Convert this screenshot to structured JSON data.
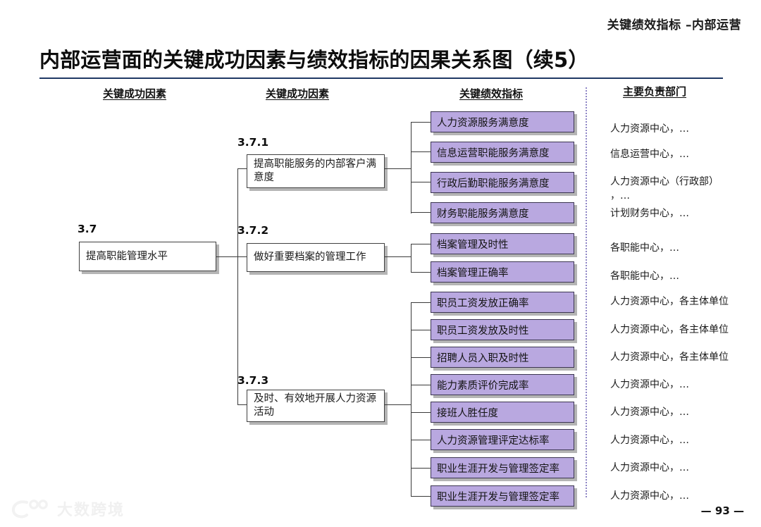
{
  "header": {
    "kicker": "关键绩效指标 –内部运营",
    "title": "内部运营面的关键成功因素与绩效指标的因果关系图（续5）"
  },
  "columns": [
    {
      "label": "关键成功因素"
    },
    {
      "label": "关键成功因素"
    },
    {
      "label": "关键绩效指标"
    },
    {
      "label": "主要负责部门"
    }
  ],
  "root": {
    "number": "3.7",
    "label": "提高职能管理水平"
  },
  "branches": [
    {
      "number": "3.7.1",
      "label": "提高职能服务的内部客户满意度",
      "kpis": [
        {
          "label": "人力资源服务满意度",
          "dept": "人力资源中心，…"
        },
        {
          "label": "信息运营职能服务满意度",
          "dept": "信息运营中心，…"
        },
        {
          "label": "行政后勤职能服务满意度",
          "dept": "人力资源中心（行政部）\n，…"
        },
        {
          "label": "财务职能服务满意度",
          "dept": "计划财务中心，…"
        }
      ]
    },
    {
      "number": "3.7.2",
      "label": "做好重要档案的管理工作",
      "kpis": [
        {
          "label": "档案管理及时性",
          "dept": "各职能中心，…"
        },
        {
          "label": "档案管理正确率",
          "dept": "各职能中心，…"
        }
      ]
    },
    {
      "number": "3.7.3",
      "label": "及时、有效地开展人力资源活动",
      "kpis": [
        {
          "label": "职员工资发放正确率",
          "dept": "人力资源中心，各主体单位"
        },
        {
          "label": "职员工资发放及时性",
          "dept": "人力资源中心，各主体单位"
        },
        {
          "label": "招聘人员入职及时性",
          "dept": "人力资源中心，各主体单位"
        },
        {
          "label": "能力素质评价完成率",
          "dept": "人力资源中心，…"
        },
        {
          "label": "接班人胜任度",
          "dept": "人力资源中心，…"
        },
        {
          "label": "人力资源管理评定达标率",
          "dept": "人力资源中心，…"
        },
        {
          "label": "职业生涯开发与管理签定率",
          "dept": "人力资源中心，…"
        },
        {
          "label": "职业生涯开发与管理签定率",
          "dept": "人力资源中心，…"
        }
      ]
    }
  ],
  "footer": {
    "page": "— 93 —",
    "watermark": "大数跨境"
  },
  "colors": {
    "kpi_fill": "#b9a8e0",
    "kpi_border": "#3b3550",
    "title_rule": "#1f3864",
    "divider": "#8f86c6"
  }
}
